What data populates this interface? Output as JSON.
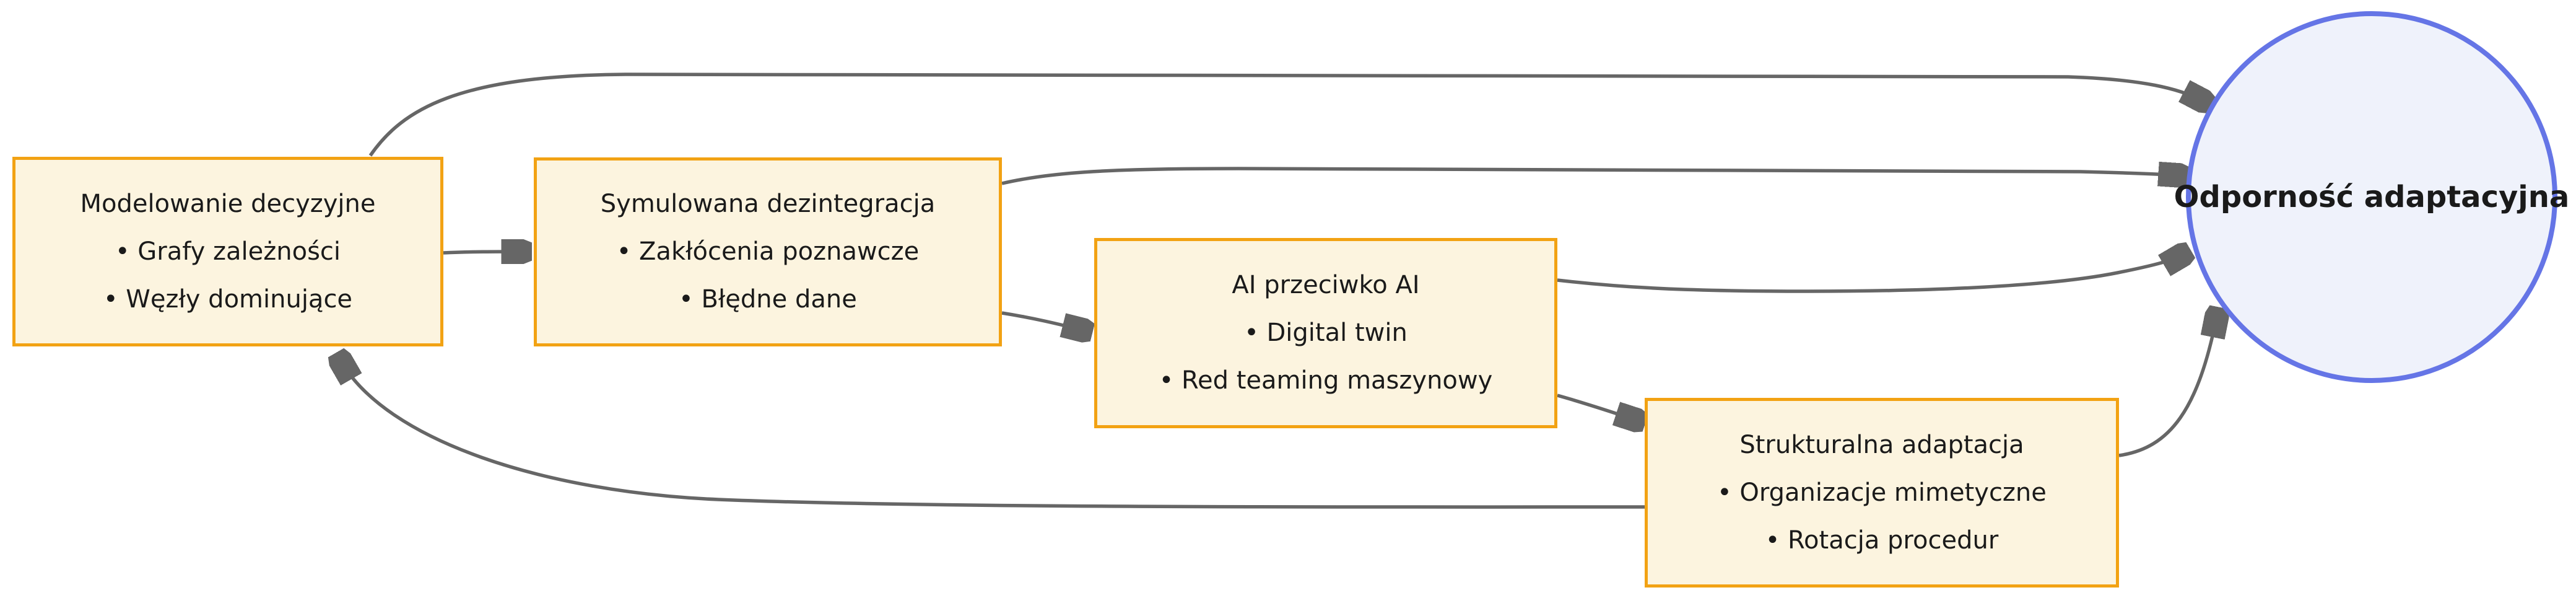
{
  "diagram": {
    "nodes": {
      "m1": {
        "title": "Modelowanie decyzyjne",
        "bullet1": "• Grafy zależności",
        "bullet2": "• Węzły dominujące"
      },
      "m2": {
        "title": "Symulowana dezintegracja",
        "bullet1": "• Zakłócenia poznawcze",
        "bullet2": "• Błędne dane"
      },
      "m3": {
        "title": "AI przeciwko AI",
        "bullet1": "• Digital twin",
        "bullet2": "• Red teaming maszynowy"
      },
      "m4": {
        "title": "Strukturalna adaptacja",
        "bullet1": "• Organizacje mimetyczne",
        "bullet2": "• Rotacja procedur"
      },
      "goal": {
        "label": "Odporność adaptacyjna"
      }
    },
    "edges": [
      {
        "from": "m1",
        "to": "m2"
      },
      {
        "from": "m2",
        "to": "m3"
      },
      {
        "from": "m3",
        "to": "m4"
      },
      {
        "from": "m1",
        "to": "goal"
      },
      {
        "from": "m2",
        "to": "goal"
      },
      {
        "from": "m3",
        "to": "goal"
      },
      {
        "from": "m4",
        "to": "goal"
      },
      {
        "from": "m4",
        "to": "m1"
      }
    ],
    "colors": {
      "box_fill": "#fcf4df",
      "box_border": "#f2a213",
      "circle_fill": "#eff2fb",
      "circle_border": "#6575e6",
      "edge": "#666666",
      "text": "#1a1a1a",
      "background": "#ffffff"
    }
  }
}
